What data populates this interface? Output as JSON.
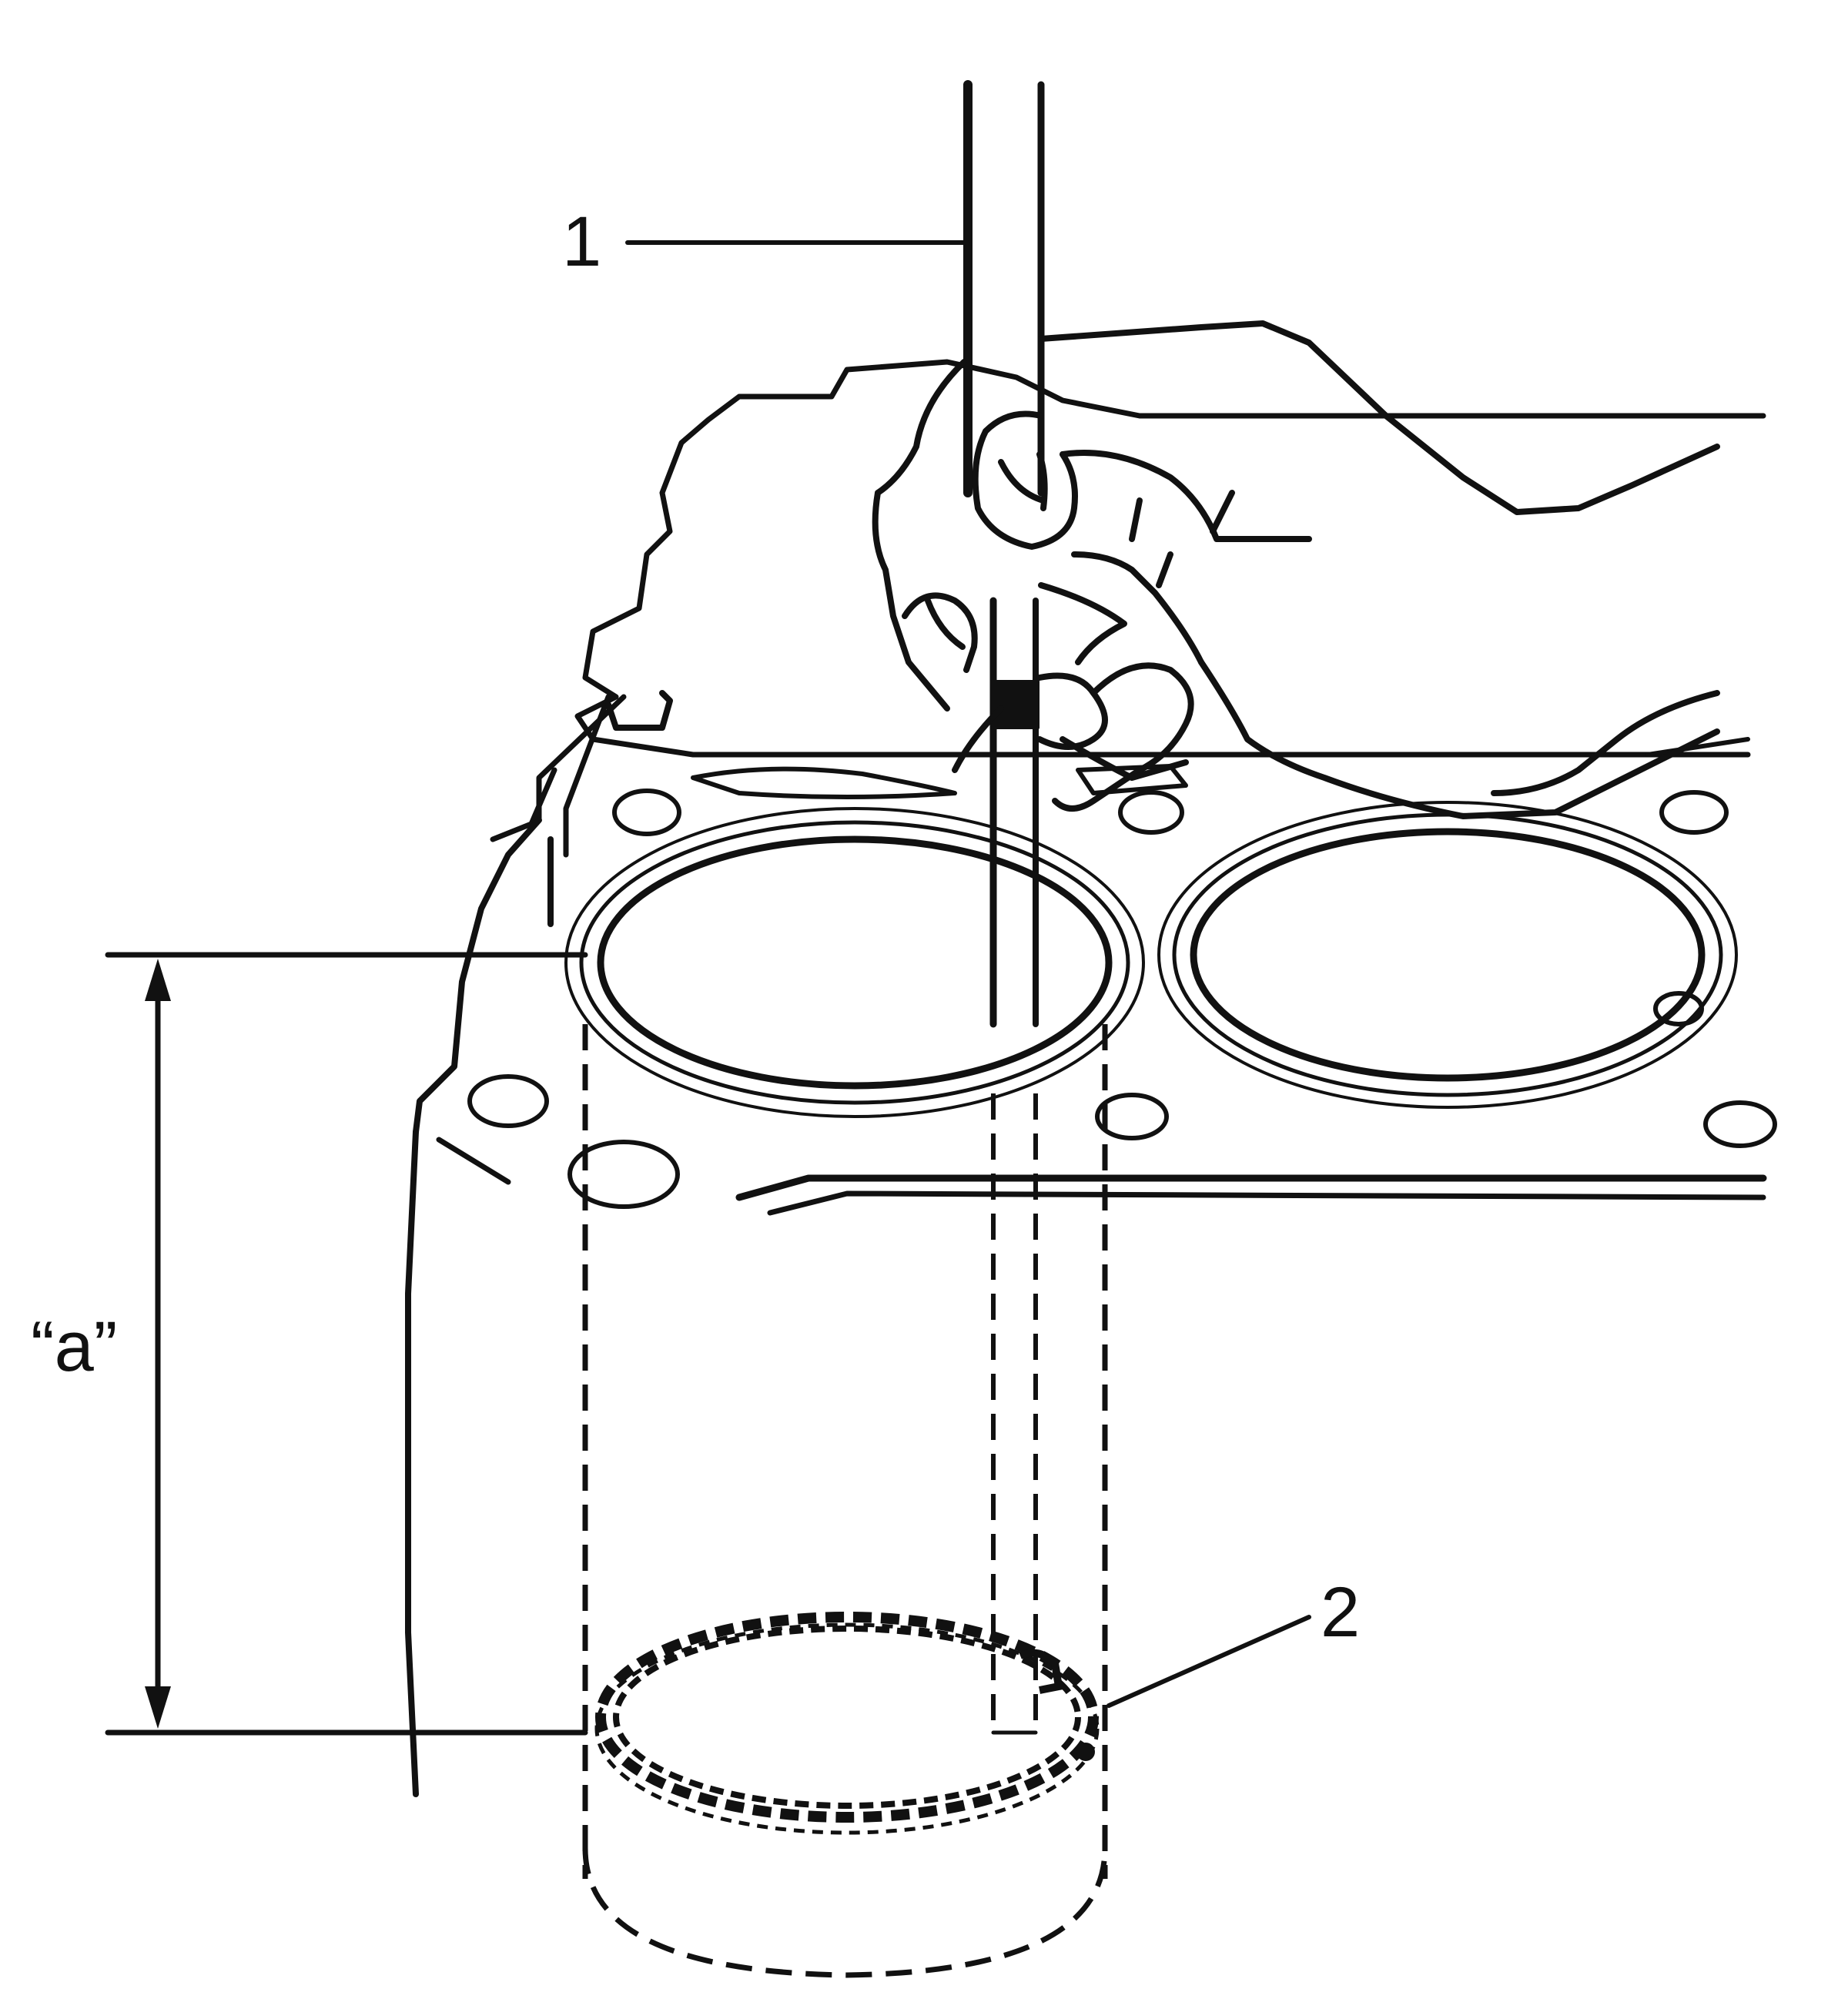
{
  "callouts": {
    "tool": "1",
    "ring": "2",
    "dimension": "“a”"
  },
  "colors": {
    "ink": "#111111",
    "background": "#ffffff"
  }
}
